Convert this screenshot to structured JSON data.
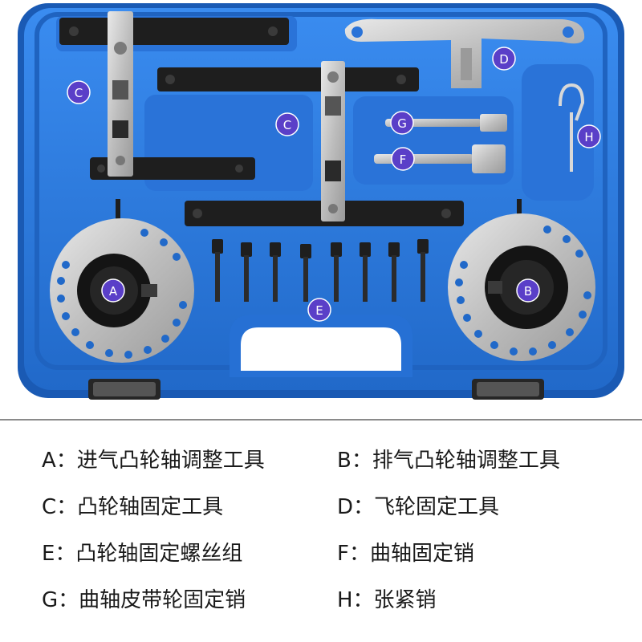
{
  "badges": {
    "a": "A",
    "b": "B",
    "c1": "C",
    "c2": "C",
    "d": "D",
    "e": "E",
    "f": "F",
    "g": "G",
    "h": "H"
  },
  "legend": [
    {
      "text": "A：进气凸轮轴调整工具"
    },
    {
      "text": "B：排气凸轮轴调整工具"
    },
    {
      "text": "C：凸轮轴固定工具"
    },
    {
      "text": "D：飞轮固定工具"
    },
    {
      "text": "E：凸轮轴固定螺丝组"
    },
    {
      "text": "F：曲轴固定销"
    },
    {
      "text": "G：曲轴皮带轮固定销"
    },
    {
      "text": "H：张紧销"
    }
  ],
  "colors": {
    "case_blue": "#2f7fe0",
    "case_dark_blue": "#1d5fb8",
    "badge_purple": "#5a3fc8",
    "steel": "#c8c8c8",
    "black_bar": "#1e1e1e"
  }
}
